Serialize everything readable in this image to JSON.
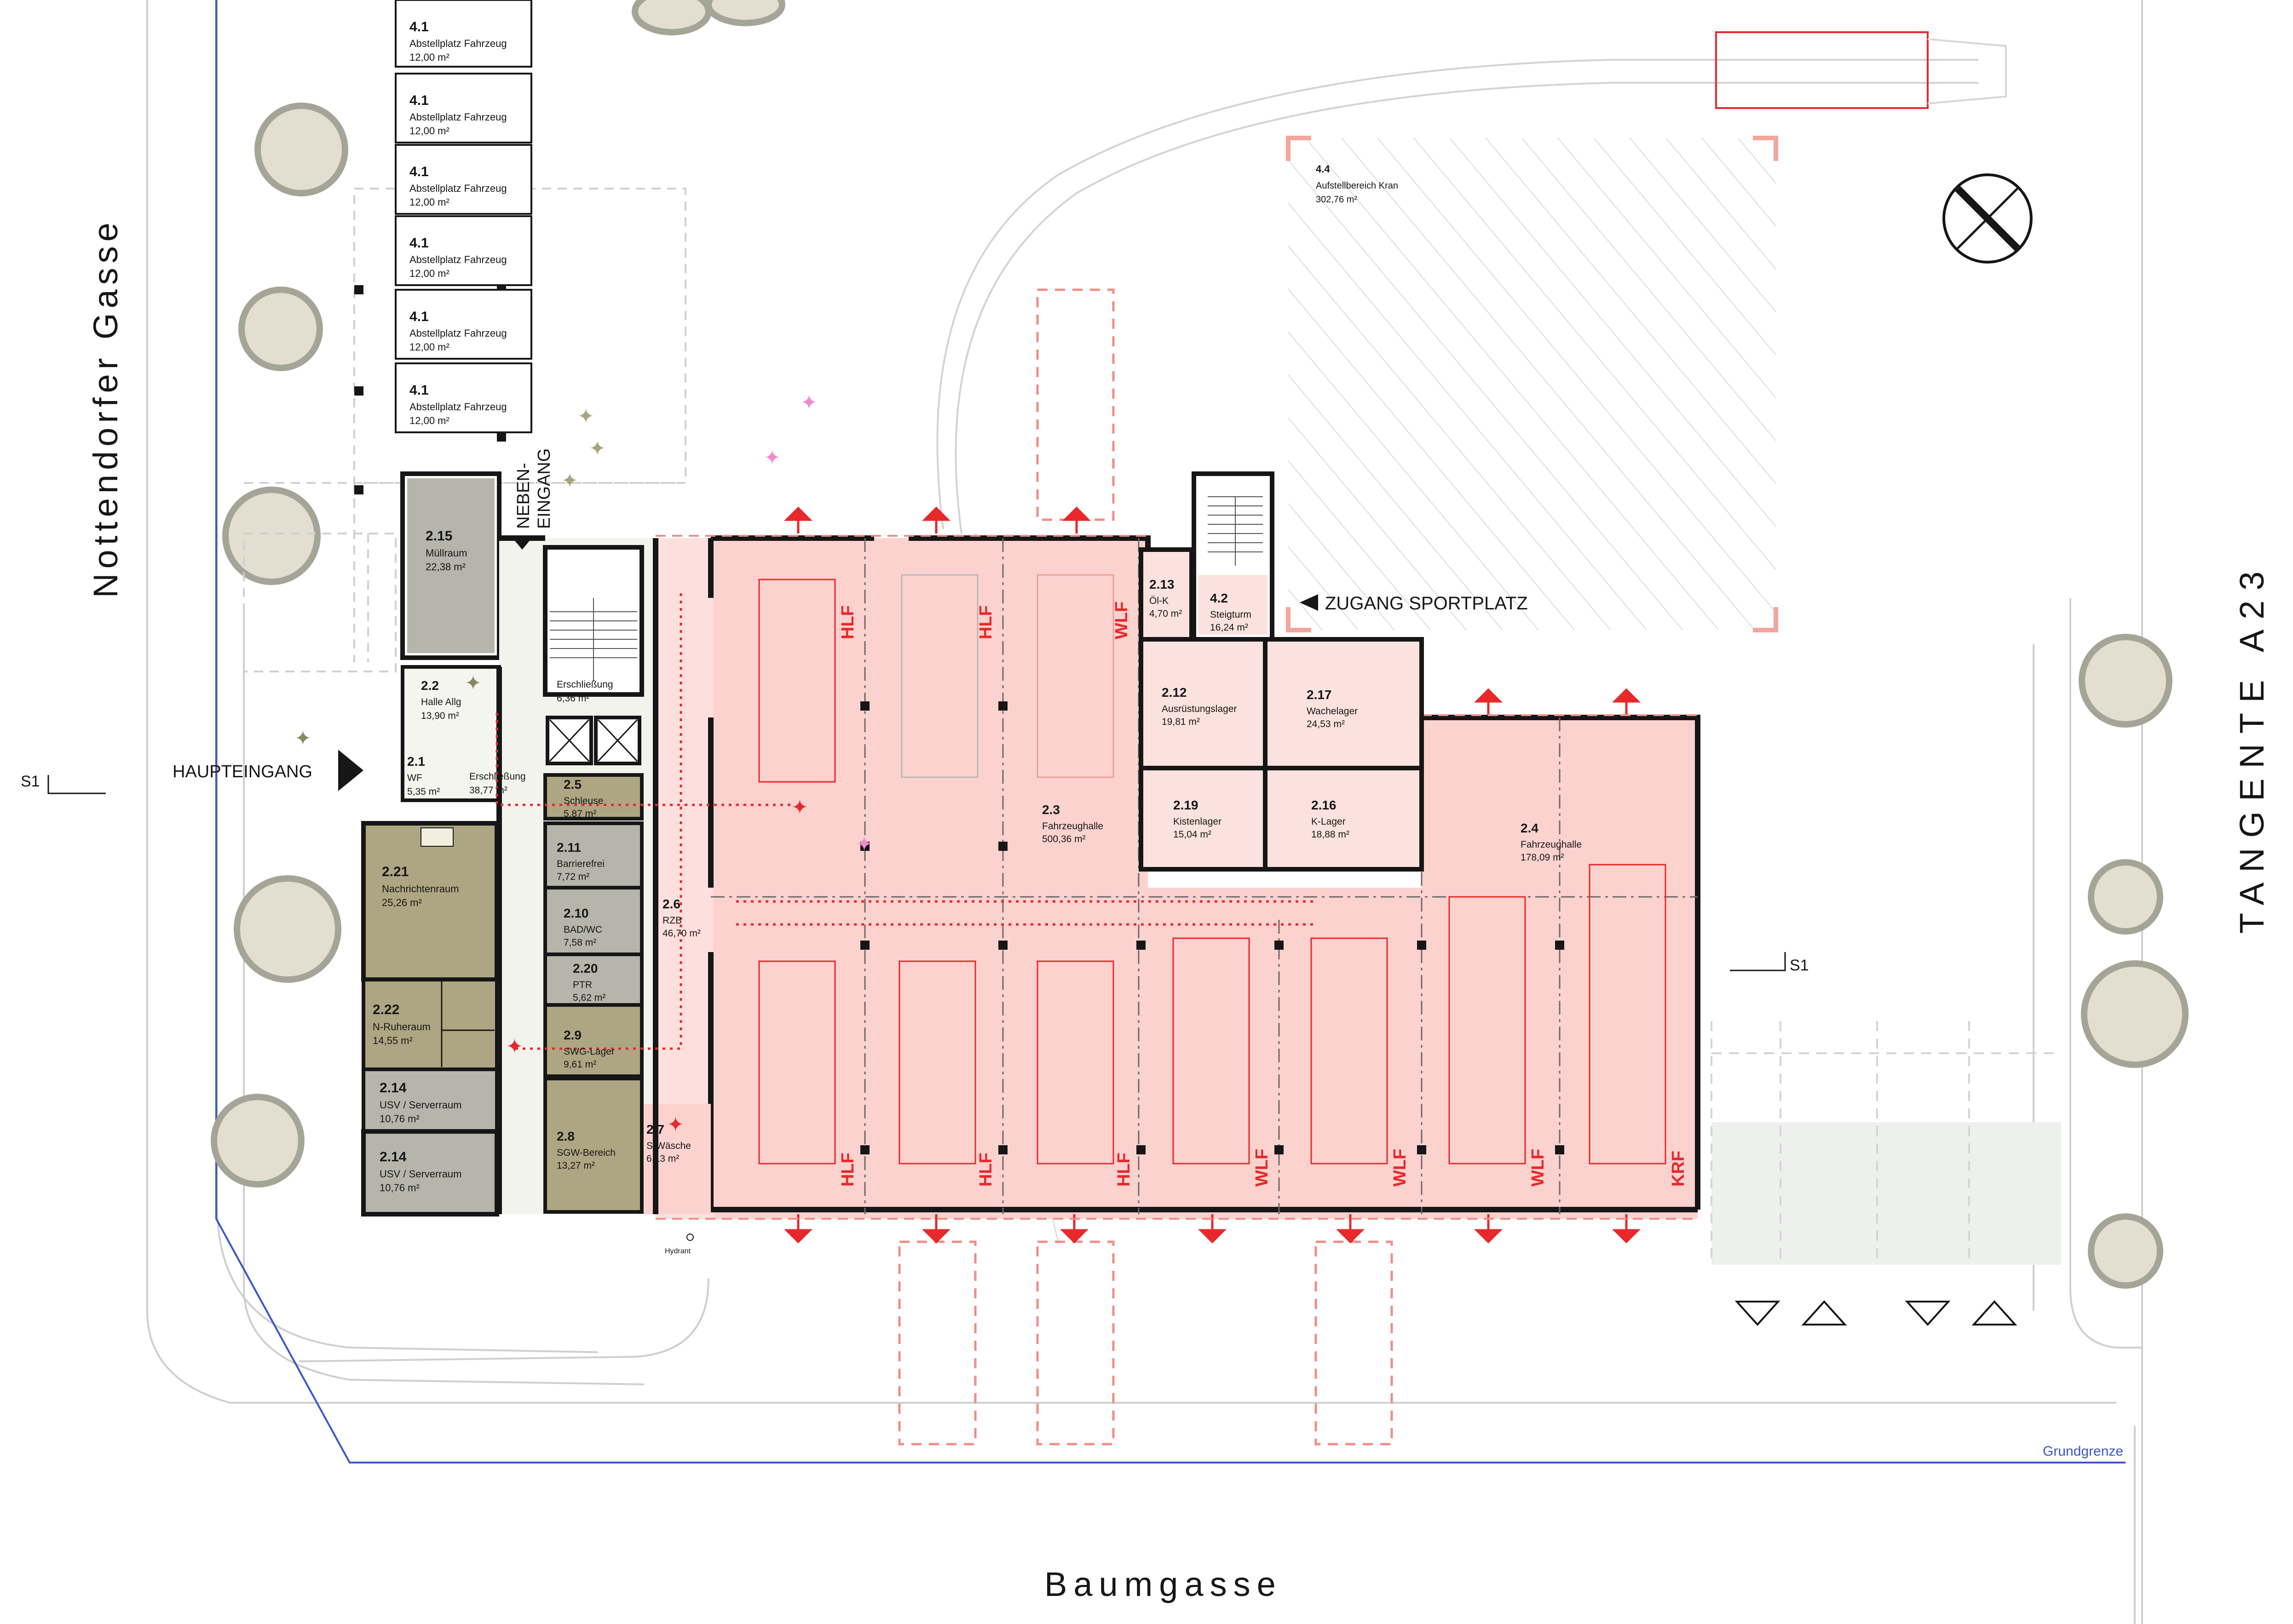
{
  "streets": {
    "west": "Nottendorfer Gasse",
    "east": "TANGENTE A23",
    "south": "Baumgasse"
  },
  "labels": {
    "haupteingang": "HAUPTEINGANG",
    "nebeneingang": "NEBEN-\nEINGANG",
    "zugang": "ZUGANG SPORTPLATZ",
    "section": "S1",
    "grundgrenze": "Grundgrenze",
    "hydrant": "Hydrant"
  },
  "parking": [
    {
      "number": "4.1",
      "name": "Abstellplatz Fahrzeug",
      "area": "12,00 m²"
    },
    {
      "number": "4.1",
      "name": "Abstellplatz Fahrzeug",
      "area": "12,00 m²"
    },
    {
      "number": "4.1",
      "name": "Abstellplatz Fahrzeug",
      "area": "12,00 m²"
    },
    {
      "number": "4.1",
      "name": "Abstellplatz Fahrzeug",
      "area": "12,00 m²"
    },
    {
      "number": "4.1",
      "name": "Abstellplatz Fahrzeug",
      "area": "12,00 m²"
    },
    {
      "number": "4.1",
      "name": "Abstellplatz Fahrzeug",
      "area": "12,00 m²"
    }
  ],
  "rooms": {
    "r2_15": {
      "number": "2.15",
      "name": "Müllraum",
      "area": "22,38 m²"
    },
    "r2_2": {
      "number": "2.2",
      "name": "Halle Allg",
      "area": "13,90 m²"
    },
    "r2_1": {
      "number": "2.1",
      "name": "WF",
      "area": "5,35 m²"
    },
    "erschl1": {
      "number": "",
      "name": "Erschließung",
      "area": "6,36 m²"
    },
    "erschl2": {
      "number": "",
      "name": "Erschließung",
      "area": "38,77 m²"
    },
    "r2_5": {
      "number": "2.5",
      "name": "Schleuse",
      "area": "5,87 m²"
    },
    "r2_11": {
      "number": "2.11",
      "name": "Barrierefrei",
      "area": "7,72 m²"
    },
    "r2_10": {
      "number": "2.10",
      "name": "BAD/WC",
      "area": "7,58 m²"
    },
    "r2_20": {
      "number": "2.20",
      "name": "PTR",
      "area": "5,62 m²"
    },
    "r2_9": {
      "number": "2.9",
      "name": "SWG-Lager",
      "area": "9,61 m²"
    },
    "r2_8": {
      "number": "2.8",
      "name": "SGW-Bereich",
      "area": "13,27 m²"
    },
    "r2_7": {
      "number": "2.7",
      "name": "S-Wäsche",
      "area": "6,13 m²"
    },
    "r2_6": {
      "number": "2.6",
      "name": "RZB",
      "area": "46,70 m²"
    },
    "r2_21": {
      "number": "2.21",
      "name": "Nachrichtenraum",
      "area": "25,26 m²"
    },
    "r2_22": {
      "number": "2.22",
      "name": "N-Ruheraum",
      "area": "14,55 m²"
    },
    "r2_14a": {
      "number": "2.14",
      "name": "USV / Serverraum",
      "area": "10,76 m²"
    },
    "r2_14b": {
      "number": "2.14",
      "name": "USV / Serverraum",
      "area": "10,76 m²"
    },
    "r2_3": {
      "number": "2.3",
      "name": "Fahrzeughalle",
      "area": "500,36 m²"
    },
    "r2_13": {
      "number": "2.13",
      "name": "Öl-K",
      "area": "4,70 m²"
    },
    "r4_2": {
      "number": "4.2",
      "name": "Steigturm",
      "area": "16,24 m²"
    },
    "r2_12": {
      "number": "2.12",
      "name": "Ausrüstungslager",
      "area": "19,81 m²"
    },
    "r2_17": {
      "number": "2.17",
      "name": "Wachelager",
      "area": "24,53 m²"
    },
    "r2_19": {
      "number": "2.19",
      "name": "Kistenlager",
      "area": "15,04 m²"
    },
    "r2_16": {
      "number": "2.16",
      "name": "K-Lager",
      "area": "18,88 m²"
    },
    "r2_4": {
      "number": "2.4",
      "name": "Fahrzeughalle",
      "area": "178,09 m²"
    },
    "r4_4": {
      "number": "4.4",
      "name": "Aufstellbereich Kran",
      "area": "302,76 m²"
    }
  },
  "vehicles": {
    "top": [
      "HLF",
      "HLF",
      "WLF"
    ],
    "bottom": [
      "HLF",
      "HLF",
      "HLF",
      "WLF",
      "WLF",
      "WLF",
      "KRF"
    ]
  },
  "colors": {
    "hall": "#fcd2cf",
    "room_light": "#fbe2df",
    "olive": "#aea683",
    "grey_room": "#b6b5ac",
    "wall": "#161616",
    "red": "#e8282a",
    "red_dash": "#f08d85",
    "tree": "#c4c0aa",
    "boundary": "#3957c6"
  }
}
